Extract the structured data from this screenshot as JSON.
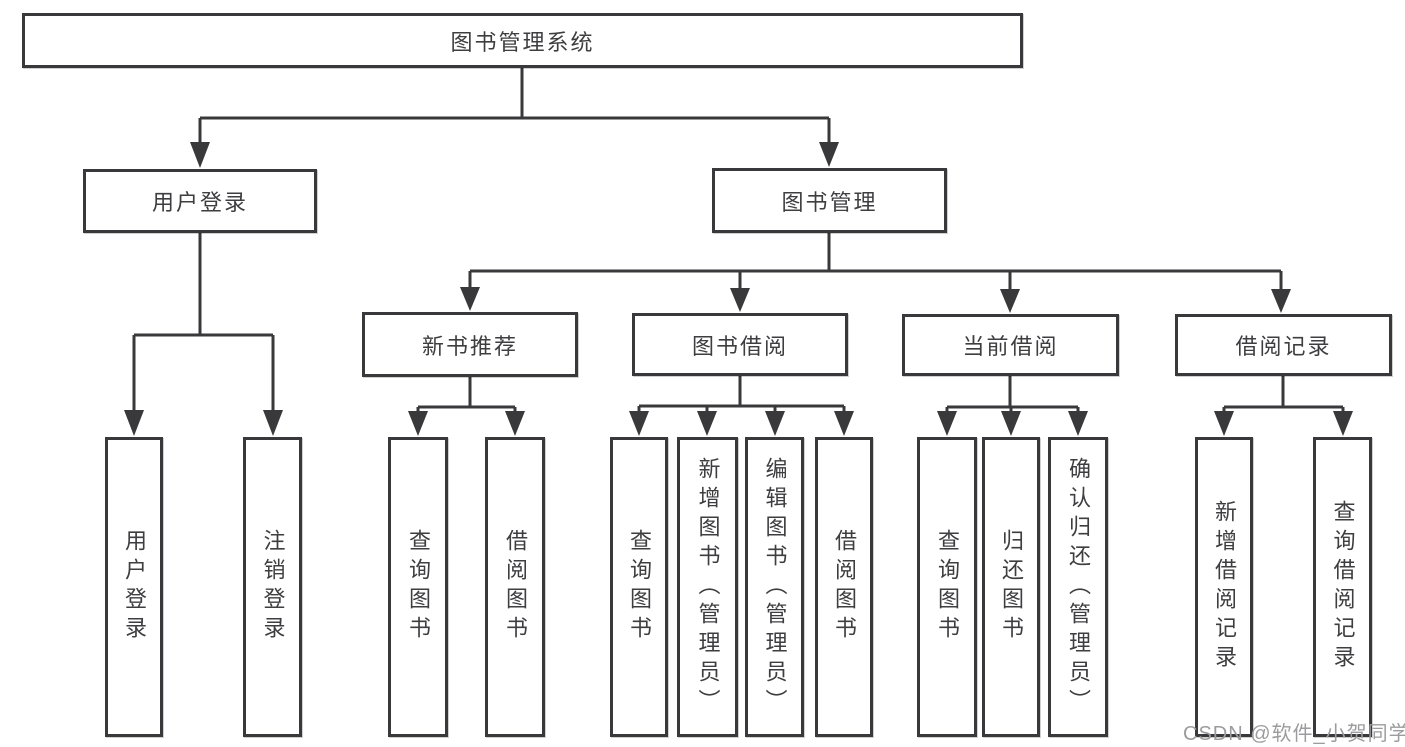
{
  "diagram": {
    "title_node": "图书管理系统",
    "root": {
      "label": "图书管理系统"
    },
    "branches": [
      {
        "label": "用户登录",
        "children": [
          {
            "label": "用户登录"
          },
          {
            "label": "注销登录"
          }
        ]
      },
      {
        "label": "图书管理",
        "children": [
          {
            "label": "新书推荐",
            "children": [
              {
                "label": "查询图书"
              },
              {
                "label": "借阅图书"
              }
            ]
          },
          {
            "label": "图书借阅",
            "children": [
              {
                "label": "查询图书"
              },
              {
                "label": "新增图书（管理员）"
              },
              {
                "label": "编辑图书（管理员）"
              },
              {
                "label": "借阅图书"
              }
            ]
          },
          {
            "label": "当前借阅",
            "children": [
              {
                "label": "查询图书"
              },
              {
                "label": "归还图书"
              },
              {
                "label": "确认归还（管理员）"
              }
            ]
          },
          {
            "label": "借阅记录",
            "children": [
              {
                "label": "新增借阅记录"
              },
              {
                "label": "查询借阅记录"
              }
            ]
          }
        ]
      }
    ]
  },
  "page": {
    "watermark": "CSDN @软件_小贺同学"
  },
  "colors": {
    "line": "#39393b",
    "box_border": "#39393b",
    "box_fill": "#ffffff",
    "text": "#3e3e40",
    "watermark": "#9c9c9e"
  }
}
